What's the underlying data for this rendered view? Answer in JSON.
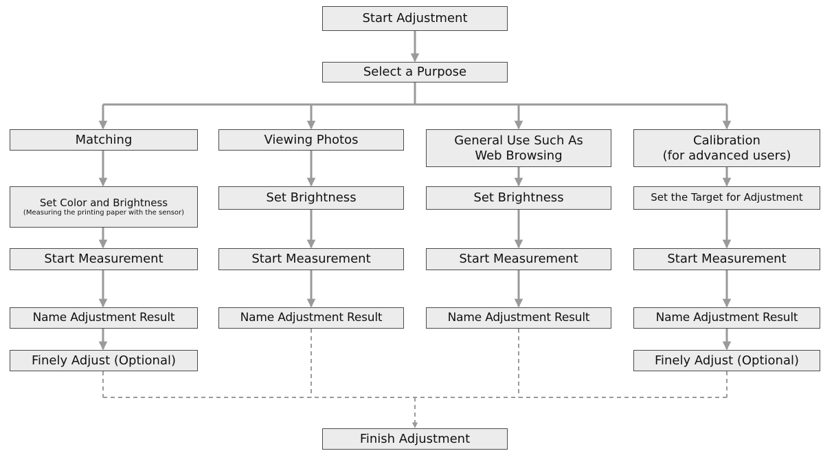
{
  "start": "Start Adjustment",
  "select_purpose": "Select a Purpose",
  "finish": "Finish Adjustment",
  "columns": [
    {
      "purpose": "Matching",
      "set_step": "Set Color and Brightness",
      "set_step_note": "(Measuring the printing paper with the sensor)",
      "measure": "Start Measurement",
      "name_result": "Name Adjustment Result",
      "fine_adjust": "Finely Adjust (Optional)"
    },
    {
      "purpose": "Viewing Photos",
      "set_step": "Set Brightness",
      "measure": "Start Measurement",
      "name_result": "Name Adjustment Result"
    },
    {
      "purpose_line1": "General Use Such As",
      "purpose_line2": "Web Browsing",
      "set_step": "Set Brightness",
      "measure": "Start Measurement",
      "name_result": "Name Adjustment Result"
    },
    {
      "purpose_line1": "Calibration",
      "purpose_line2": "(for advanced users)",
      "set_step": "Set the Target for Adjustment",
      "measure": "Start Measurement",
      "name_result": "Name Adjustment Result",
      "fine_adjust": "Finely Adjust (Optional)"
    }
  ],
  "colors": {
    "box_fill": "#ececec",
    "box_border": "#4a4a4a",
    "connector": "#9a9a9a"
  }
}
